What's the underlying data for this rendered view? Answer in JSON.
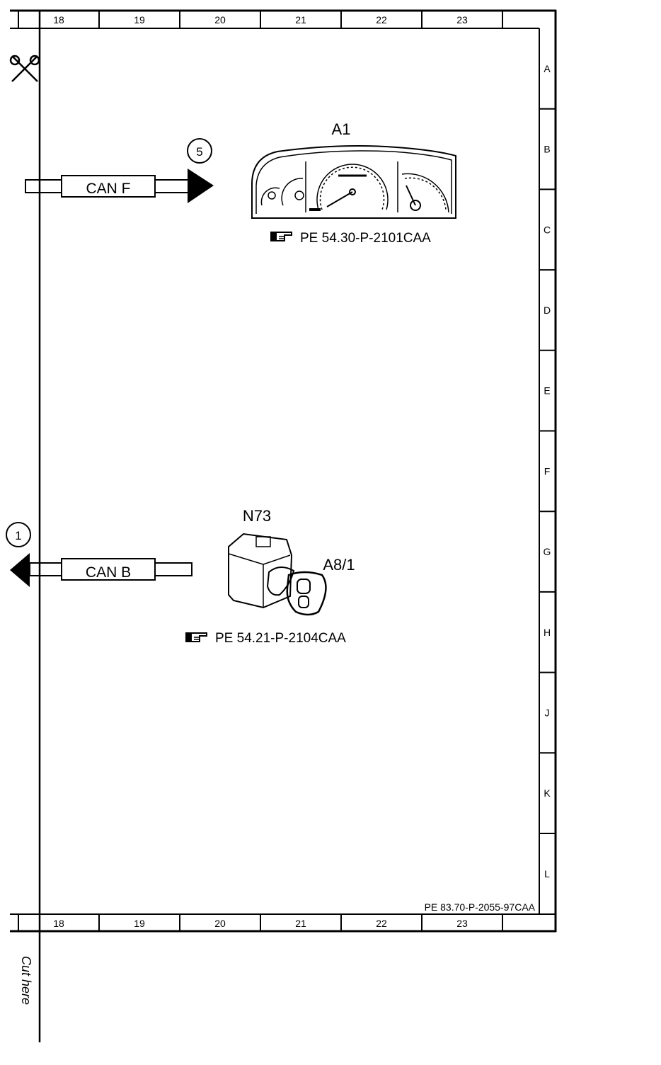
{
  "frame": {
    "columns": [
      "18",
      "19",
      "20",
      "21",
      "22",
      "23"
    ],
    "rows": [
      "A",
      "B",
      "C",
      "D",
      "E",
      "F",
      "G",
      "H",
      "J",
      "K",
      "L"
    ],
    "document_ref": "PE 83.70-P-2055-97CAA",
    "cut_text": "Cut here"
  },
  "connections": {
    "can_f": {
      "label": "CAN F",
      "marker": "5"
    },
    "can_b": {
      "label": "CAN B",
      "marker": "1"
    }
  },
  "components": {
    "a1": {
      "label": "A1",
      "ref": "PE 54.30-P-2101CAA",
      "icon": "instrument-cluster-icon"
    },
    "n73": {
      "label": "N73",
      "ref": "PE 54.21-P-2104CAA",
      "icon": "ignition-switch-icon"
    },
    "a81": {
      "label": "A8/1",
      "icon": "transmitter-key-icon"
    }
  },
  "icons": {
    "scissors": "scissors-icon",
    "pointer": "pointing-hand-icon"
  }
}
